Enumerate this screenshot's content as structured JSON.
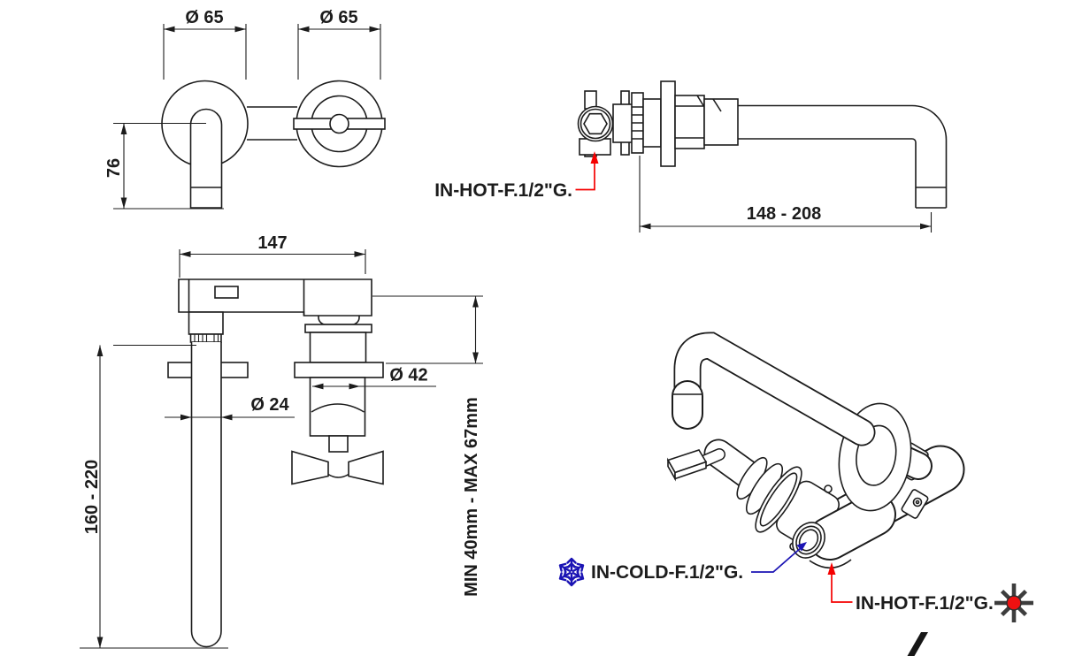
{
  "drawing": {
    "colors": {
      "line": "#1c1c1c",
      "hot_label": "#f50000",
      "cold_label": "#1b14b4"
    },
    "views": {
      "front": {
        "dims": {
          "left_flange_diameter": "Ø 65",
          "right_flange_diameter": "Ø 65",
          "spout_drop": "76"
        }
      },
      "side": {
        "dims": {
          "spout_reach": "148 - 208"
        },
        "hot_inlet_label": "IN-HOT-F.1/2\"G."
      },
      "elevation": {
        "dims": {
          "overall_width": "147",
          "spout_tube_diameter": "Ø 24",
          "valve_trim_diameter": "Ø 42",
          "spout_drop_range": "160 - 220",
          "wall_depth_range": "MIN 40mm - MAX 67mm"
        }
      },
      "isometric": {
        "cold_inlet_label": "IN-COLD-F.1/2\"G.",
        "hot_inlet_label": "IN-HOT-F.1/2\"G.",
        "cold_icon": "snowflake-icon",
        "hot_icon": "sun-icon"
      }
    }
  }
}
